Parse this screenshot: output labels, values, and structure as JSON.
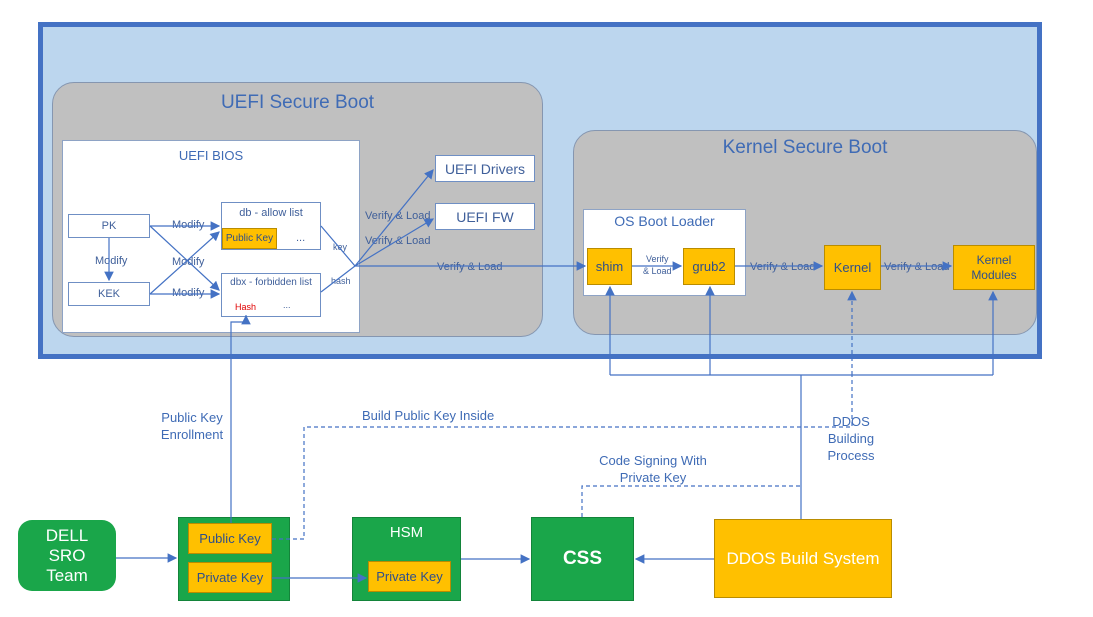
{
  "uefi": {
    "title": "UEFI Secure Boot",
    "bios": {
      "title": "UEFI BIOS",
      "pk": "PK",
      "kek": "KEK",
      "db_title": "db - allow list",
      "db_key": "Public Key",
      "db_more": "...",
      "dbx_title": "dbx - forbidden list",
      "dbx_hash": "Hash",
      "dbx_more": "...",
      "modify": "Modify",
      "key_label": "key",
      "hash_label": "hash"
    },
    "drivers": "UEFI Drivers",
    "fw": "UEFI FW",
    "verify_load": "Verify & Load"
  },
  "kernel": {
    "title": "Kernel Secure Boot",
    "os_loader": "OS Boot Loader",
    "shim": "shim",
    "grub2": "grub2",
    "kernel": "Kernel",
    "modules": "Kernel Modules",
    "verify_load": "Verify & Load",
    "verify_load_short_1": "Verify",
    "verify_load_short_2": "& Load"
  },
  "bottom": {
    "dell_sro": "DELL SRO Team",
    "public_key": "Public Key",
    "private_key": "Private Key",
    "hsm": "HSM",
    "hsm_private_key": "Private Key",
    "css": "CSS",
    "ddos_build": "DDOS Build System",
    "pk_enrollment": "Public Key Enrollment",
    "build_public_key_inside": "Build Public Key Inside",
    "code_signing": "Code Signing With Private Key",
    "ddos_building_process": "DDOS Building Process"
  },
  "colors": {
    "outer_fill": "#bcd6ee",
    "outer_border": "#4472c4",
    "panel": "#c0c0c0",
    "accent_yellow": "#ffc000",
    "accent_green": "#1aa64a",
    "line": "#4472c4",
    "hash_red": "#e00000"
  }
}
